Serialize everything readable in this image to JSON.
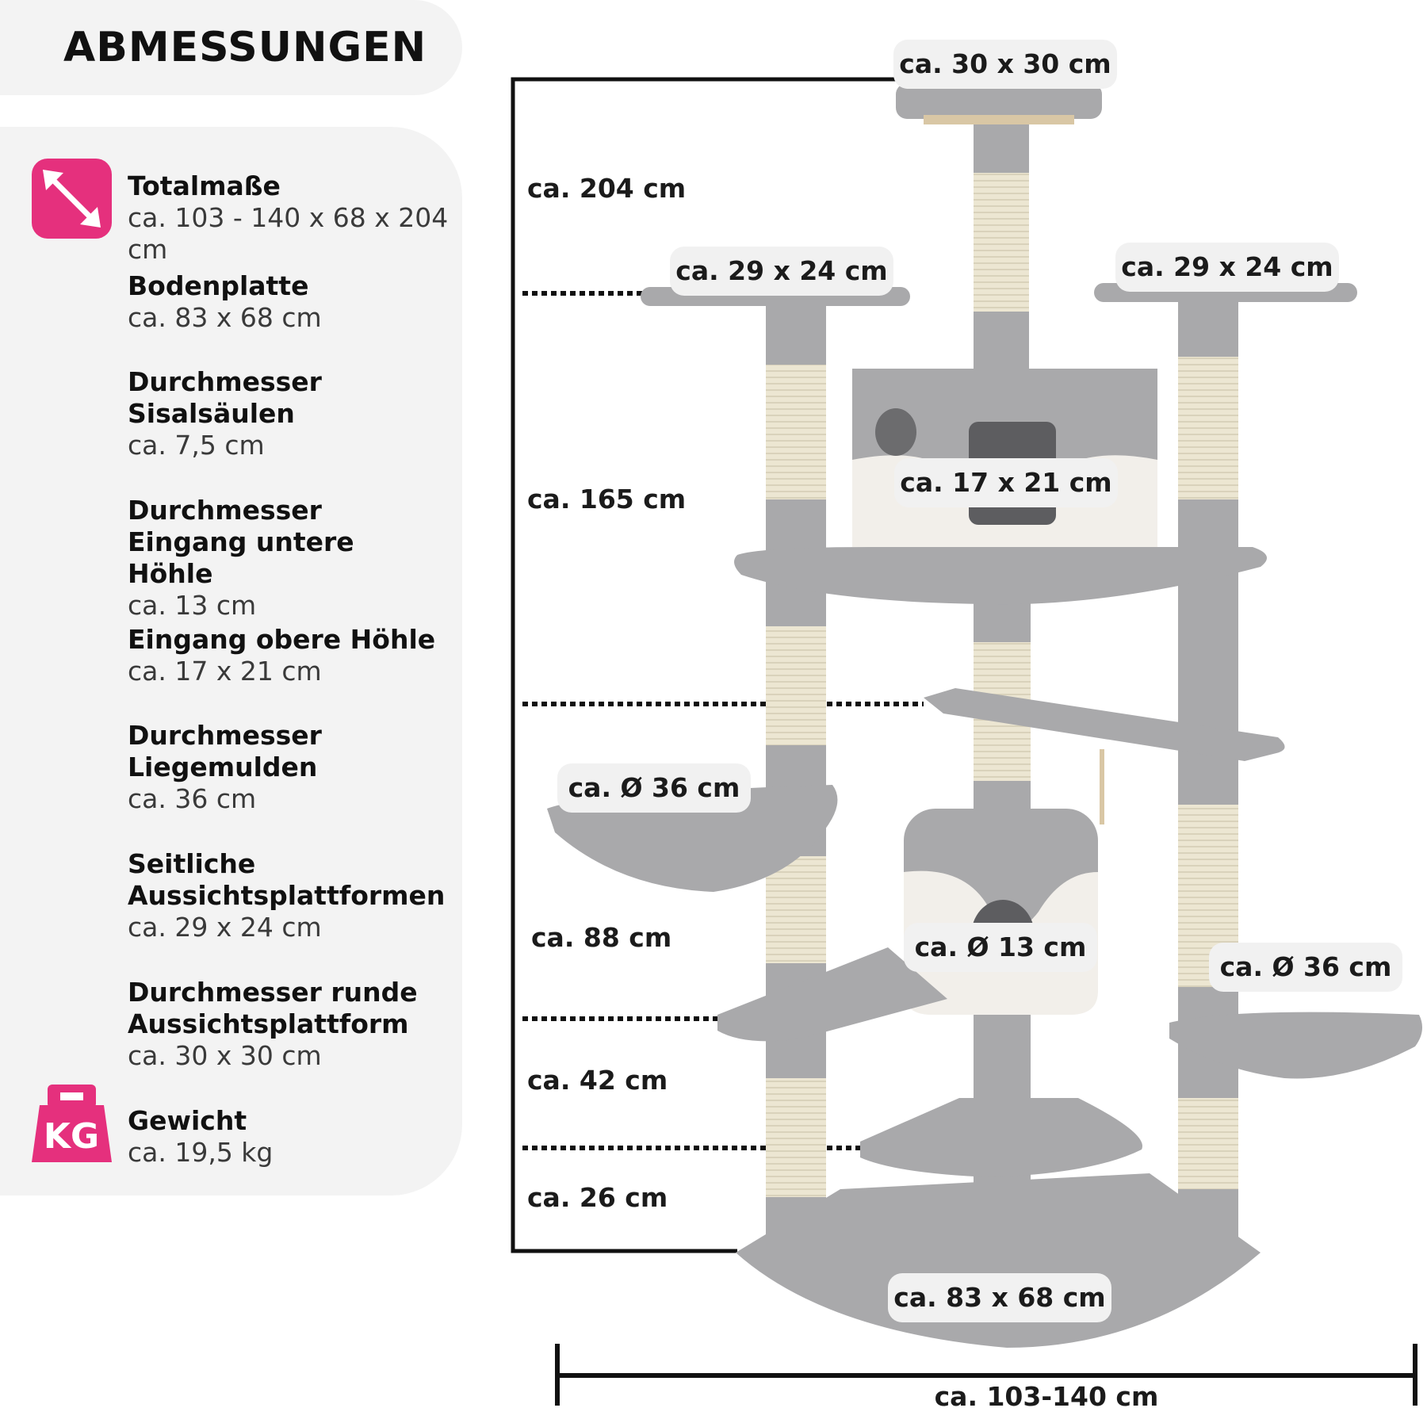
{
  "header": {
    "title": "ABMESSUNGEN"
  },
  "specs": [
    {
      "label": "Totalmaße",
      "value": "ca. 103 - 140 x 68 x 204 cm"
    },
    {
      "label": "Bodenplatte",
      "value": "ca. 83 x 68 cm"
    },
    {
      "label": "Durchmesser Sisalsäulen",
      "value": "ca. 7,5 cm"
    },
    {
      "label": "Durchmesser Eingang untere Höhle",
      "value": "ca. 13 cm"
    },
    {
      "label": "Eingang obere Höhle",
      "value": "ca. 17 x 21 cm"
    },
    {
      "label": "Durchmesser Liegemulden",
      "value": "ca. 36 cm"
    },
    {
      "label": "Seitliche Aussichtsplattformen",
      "value": "ca. 29 x 24 cm"
    },
    {
      "label": "Durchmesser runde Aussichtsplattform",
      "value": "ca. 30 x 30 cm"
    },
    {
      "label": "Gewicht",
      "value": "ca. 19,5 kg"
    }
  ],
  "icons": {
    "dimension": "diagonal-arrow-icon",
    "weight": "weight-kg-icon",
    "weight_text": "KG"
  },
  "heights": {
    "total": "ca. 204 cm",
    "upper_platforms": "ca. 165 cm",
    "middle_platform": "ca. 88 cm",
    "lower_platform": "ca. 42 cm",
    "bottom_platform": "ca. 26 cm"
  },
  "callouts": {
    "top_platform": "ca. 30 x 30 cm",
    "left_platform": "ca. 29 x 24 cm",
    "right_platform": "ca. 29 x 24 cm",
    "upper_cave_entrance": "ca. 17 x 21 cm",
    "left_hammock": "ca. Ø 36 cm",
    "lower_cave_entrance": "ca. Ø 13 cm",
    "right_hammock": "ca. Ø 36 cm",
    "base_plate": "ca. 83 x 68 cm",
    "width": "ca. 103-140 cm"
  },
  "colors": {
    "accent": "#e5307d",
    "plush": "#a9a9ab",
    "sisal": "#ece6d2",
    "cream": "#f2efea",
    "panel": "#f3f3f3"
  }
}
